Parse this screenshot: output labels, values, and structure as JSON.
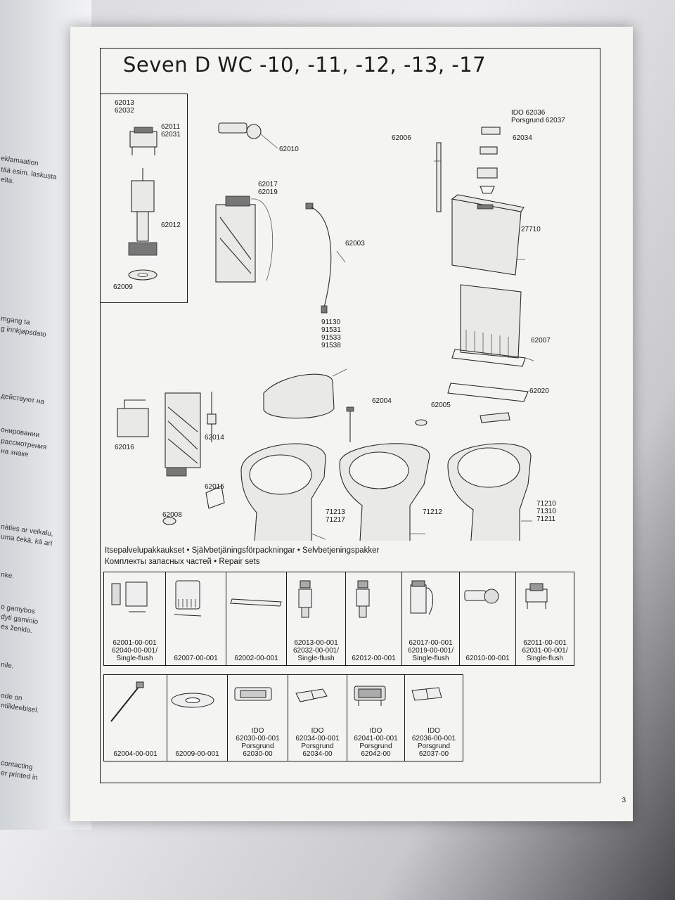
{
  "title": "Seven D WC -10, -11, -12, -13, -17",
  "page_number": "3",
  "left_page_lines": [
    "eklamaation",
    "tää esim. laskusta",
    "elta.",
    "mgang ta",
    "g innkjøpsdato",
    "действуют на",
    "онировании",
    "рассмотрения",
    "на знаке",
    "nāties ar veikalu,",
    "uma čekā, kā arī",
    "nke.",
    "o gamybos",
    "dyti gaminio",
    "ės ženklo.",
    "nile.",
    "ode on",
    "ntiikleebisel.",
    "contacting",
    "er printed in"
  ],
  "labels": {
    "l62013": "62013\n62032",
    "l62011": "62011\n62031",
    "l62012": "62012",
    "l62009": "62009",
    "l62010": "62010",
    "l62017": "62017\n62019",
    "l62003": "62003",
    "l62006": "62006",
    "lIdo": "IDO 62036\nPorsgrund 62037",
    "l62034": "62034",
    "l27710": "27710",
    "l62007": "62007",
    "l91130": "91130\n91531\n91533\n91538",
    "l62016": "62016",
    "l62014": "62014",
    "l62015": "62015",
    "l62008": "62008",
    "l62004": "62004",
    "l62005": "62005",
    "l62020": "62020",
    "l71213": "71213\n71217",
    "l71212": "71212",
    "l71210": "71210\n71310\n71211"
  },
  "kits_heading": {
    "line1": "Itsepalvelupakkaukset • Självbetjäningsförpackningar • Selvbetjeningspakker",
    "line2": "Комплекты запасных частей • Repair sets"
  },
  "kits_row1": [
    {
      "label": "62001-00-001\n62040-00-001/\nSingle-flush",
      "icon": "flush-valve-cistern-kit-icon"
    },
    {
      "label": "62007-00-001",
      "icon": "cistern-insert-icon"
    },
    {
      "label": "62002-00-001",
      "icon": "bracket-bar-icon"
    },
    {
      "label": "62013-00-001\n62032-00-001/\nSingle-flush",
      "icon": "flush-valve-icon"
    },
    {
      "label": "62012-00-001",
      "icon": "flush-valve-body-icon"
    },
    {
      "label": "62017-00-001\n62019-00-001/\nSingle-flush",
      "icon": "fill-valve-icon"
    },
    {
      "label": "62010-00-001",
      "icon": "inlet-valve-icon"
    },
    {
      "label": "62011-00-001\n62031-00-001/\nSingle-flush",
      "icon": "valve-head-icon"
    }
  ],
  "kits_row2": [
    {
      "label": "62004-00-001",
      "icon": "fixing-screw-icon"
    },
    {
      "label": "62009-00-001",
      "icon": "seal-ring-icon"
    },
    {
      "label": "IDO\n62030-00-001\nPorsgrund\n62030-00",
      "icon": "push-button-icon"
    },
    {
      "label": "IDO\n62034-00-001\nPorsgrund\n62034-00",
      "icon": "button-pad-icon"
    },
    {
      "label": "IDO\n62041-00-001\nPorsgrund\n62042-00",
      "icon": "button-frame-icon"
    },
    {
      "label": "IDO\n62036-00-001\nPorsgrund\n62037-00",
      "icon": "button-cap-icon"
    }
  ]
}
